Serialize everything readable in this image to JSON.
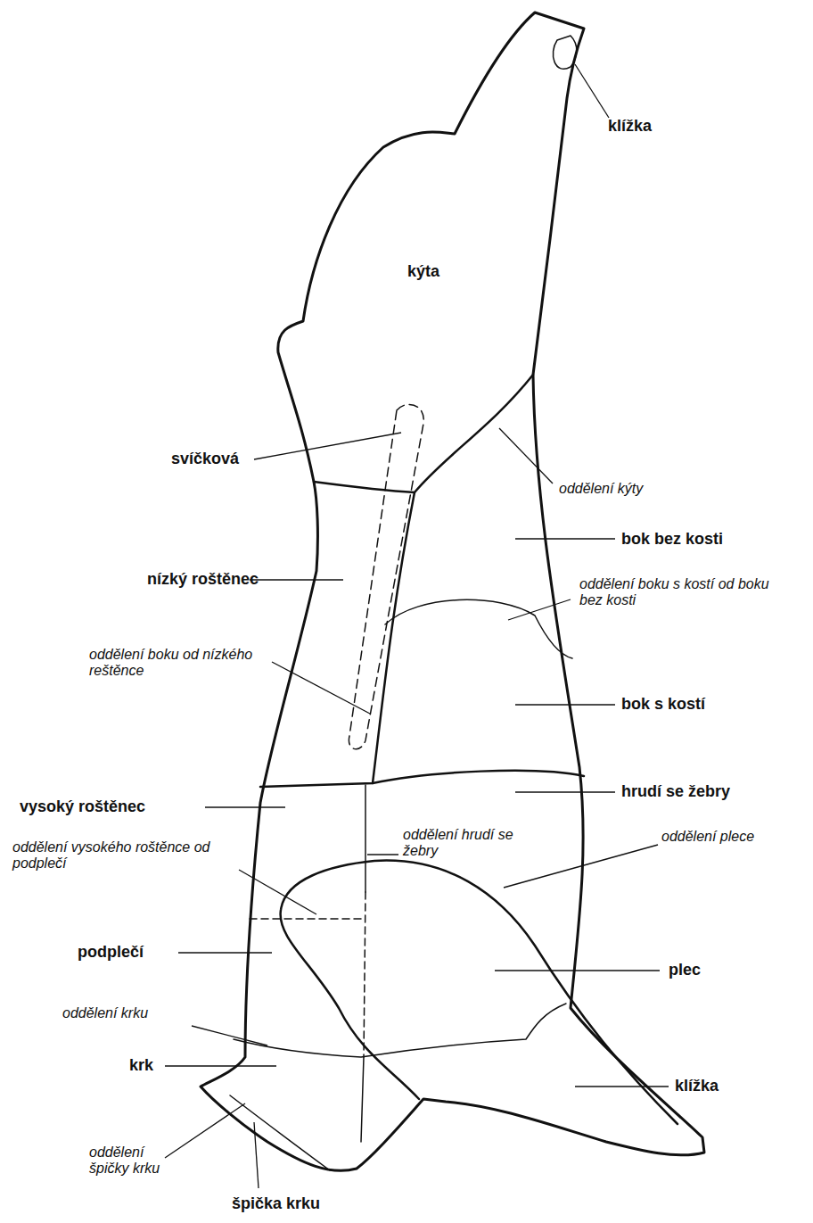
{
  "diagram": {
    "labels": [
      "klížka",
      "kýta",
      "svíčková",
      "oddělení kýty",
      "bok bez kosti",
      "nízký roštěnec",
      "oddělení boku s kostí od boku bez kosti",
      "oddělení boku od nízkého reštěnce",
      "bok s kostí",
      "vysoký roštěnec",
      "hrudí se žebry",
      "oddělení hrudí se žebry",
      "oddělení plece",
      "oddělení vysokého roštěnce od podplečí",
      "podplečí",
      "plec",
      "oddělení krku",
      "krk",
      "klížka",
      "oddělení špičky krku",
      "špička krku"
    ]
  }
}
